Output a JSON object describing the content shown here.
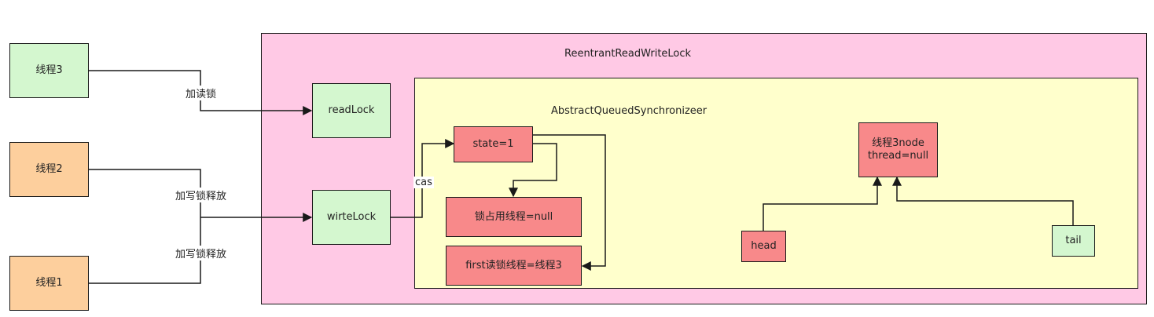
{
  "threads": {
    "t3": "线程3",
    "t2": "线程2",
    "t1": "线程1"
  },
  "edge_labels": {
    "read": "加读锁",
    "write_release_1": "加写锁释放",
    "write_release_2": "加写锁释放",
    "cas": "cas"
  },
  "rrwl": {
    "title": "ReentrantReadWriteLock",
    "read_lock": "readLock",
    "write_lock": "wirteLock"
  },
  "aqs": {
    "title": "AbstractQueuedSynchronizeer",
    "state": "state=1",
    "owner": "锁占用线程=null",
    "first_reader": "first读锁线程=线程3",
    "node": "线程3node\nthread=null",
    "head": "head",
    "tail": "tail"
  },
  "colors": {
    "green": "#d4f7cf",
    "orange": "#fdcf9d",
    "red": "#f8898a",
    "pink": "#ffc9e5",
    "yellow": "#ffffcc"
  }
}
